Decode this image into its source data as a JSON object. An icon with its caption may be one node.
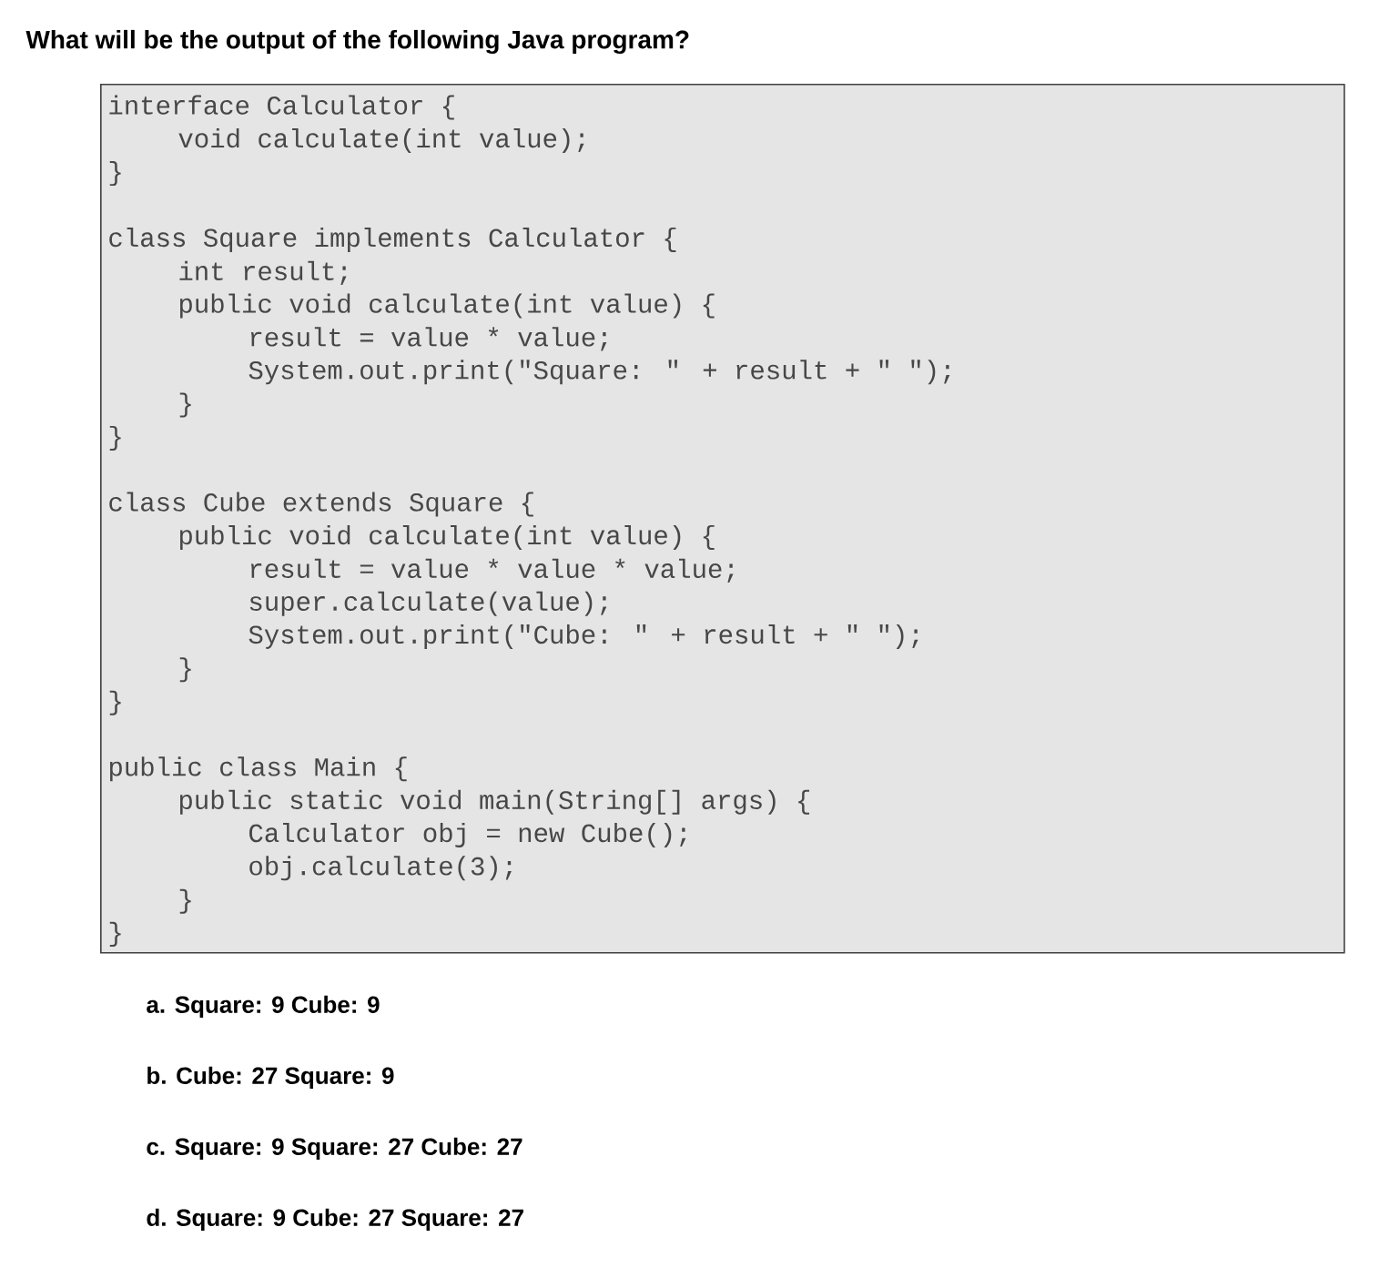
{
  "diagram": {
    "title": "What will be the output of the following Java program?",
    "nodes": [
      {
        "text": [
          "interface Calculator {",
          "void calculate(int value);",
          "}",
          "class Square implements Calculator {",
          "int result;",
          "public void calculate(int value) {",
          "result = value * value;",
          "System.out.print(\"Square: \" + result + \" \");",
          "}",
          "}",
          "class Cube extends Square {",
          "public void calculate(int value) {",
          "result = value * value * value;",
          "super.calculate(value);",
          "System.out.print(\"Cube: \" + result + \" \");",
          "}",
          "}",
          "public class Main {",
          "public static void main(String[] args) {",
          "Calculator obj = new Cube();",
          "obj.calculate(3);",
          "}",
          "}"
        ]
      }
    ],
    "edges": [],
    "labels": [
      "a. Square: 9 Cube: 9",
      "b. Cube: 27 Square: 9",
      "c. Square: 9 Square: 27 Cube: 27",
      "d. Square: 9 Cube: 27 Square: 27"
    ]
  }
}
